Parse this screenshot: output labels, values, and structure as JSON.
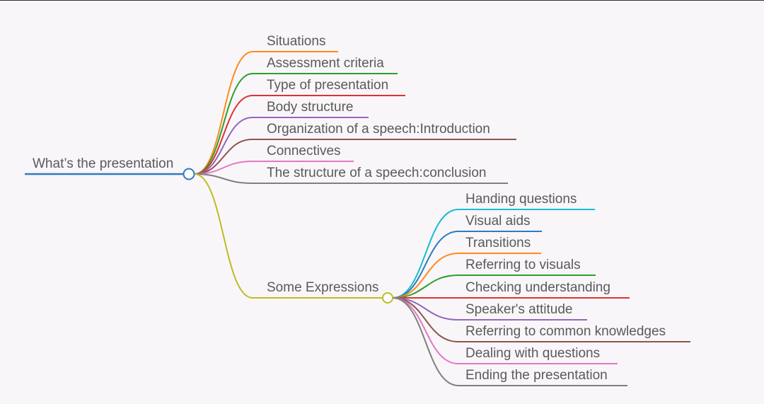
{
  "root": {
    "label": "What’s the presentation",
    "color": "#2e7bbf"
  },
  "children": [
    {
      "label": "Situations",
      "color": "#ff8a1c"
    },
    {
      "label": "Assessment criteria",
      "color": "#2ca02c"
    },
    {
      "label": "Type of presentation",
      "color": "#e03131"
    },
    {
      "label": "Body structure",
      "color": "#9467bd"
    },
    {
      "label": "Organization of a speech:Introduction",
      "color": "#8c564b"
    },
    {
      "label": "Connectives",
      "color": "#e377c2"
    },
    {
      "label": "The structure of a speech:conclusion",
      "color": "#7f7f7f"
    },
    {
      "label": "Some Expressions",
      "color": "#bcbd22"
    }
  ],
  "expressions": [
    {
      "label": "Handing questions",
      "color": "#17becf"
    },
    {
      "label": "Visual aids",
      "color": "#2e7bbf"
    },
    {
      "label": "Transitions",
      "color": "#ff8a1c"
    },
    {
      "label": "Referring to visuals",
      "color": "#2ca02c"
    },
    {
      "label": "Checking understanding",
      "color": "#e03131"
    },
    {
      "label": "Speaker's attitude",
      "color": "#9467bd"
    },
    {
      "label": "Referring to common knowledges",
      "color": "#8c564b"
    },
    {
      "label": "Dealing with questions",
      "color": "#e377c2"
    },
    {
      "label": "Ending the presentation",
      "color": "#7f7f7f"
    }
  ]
}
